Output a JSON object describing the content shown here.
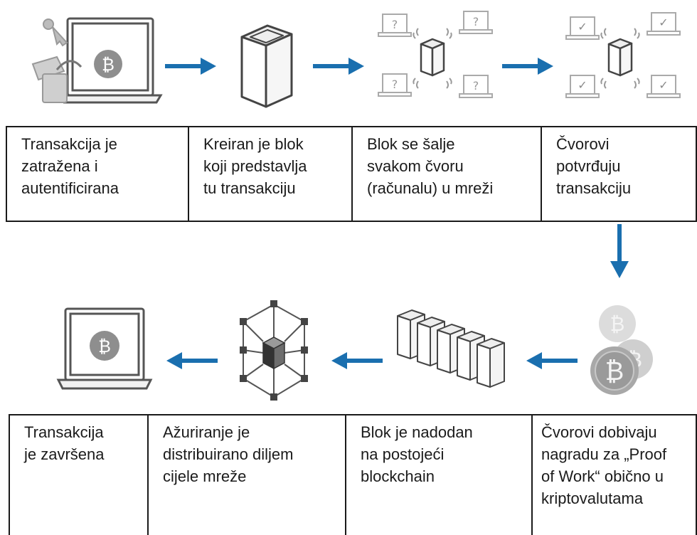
{
  "diagram": {
    "steps_top": [
      {
        "id": "step-1",
        "text": "Transakcija je\nzatražena i\nautentificirana"
      },
      {
        "id": "step-2",
        "text": "Kreiran je blok\nkoji predstavlja\ntu transakciju"
      },
      {
        "id": "step-3",
        "text": "Blok se šalje\nsvakom čvoru\n(računalu) u mreži"
      },
      {
        "id": "step-4",
        "text": "Čvorovi\npotvrđuju\ntransakciju"
      }
    ],
    "steps_bottom": [
      {
        "id": "step-8",
        "text": "Transakcija\nje završena"
      },
      {
        "id": "step-7",
        "text": "Ažuriranje je\ndistribuirano diljem\ncijele mreže"
      },
      {
        "id": "step-6",
        "text": "Blok je nadodan\nna postojeći\nblockchain"
      },
      {
        "id": "step-5",
        "text": "Čvorovi dobivaju\nnagradu za „Proof\nof Work“ obično u\nkriptovalutama"
      }
    ],
    "icons": {
      "bitcoin_symbol": "₿",
      "unverified_mark": "?",
      "verified_mark": "✓"
    },
    "colors": {
      "arrow": "#1a6faf",
      "border": "#1a1a1a",
      "icon_stroke": "#555555",
      "icon_light": "#9a9a9a"
    }
  }
}
